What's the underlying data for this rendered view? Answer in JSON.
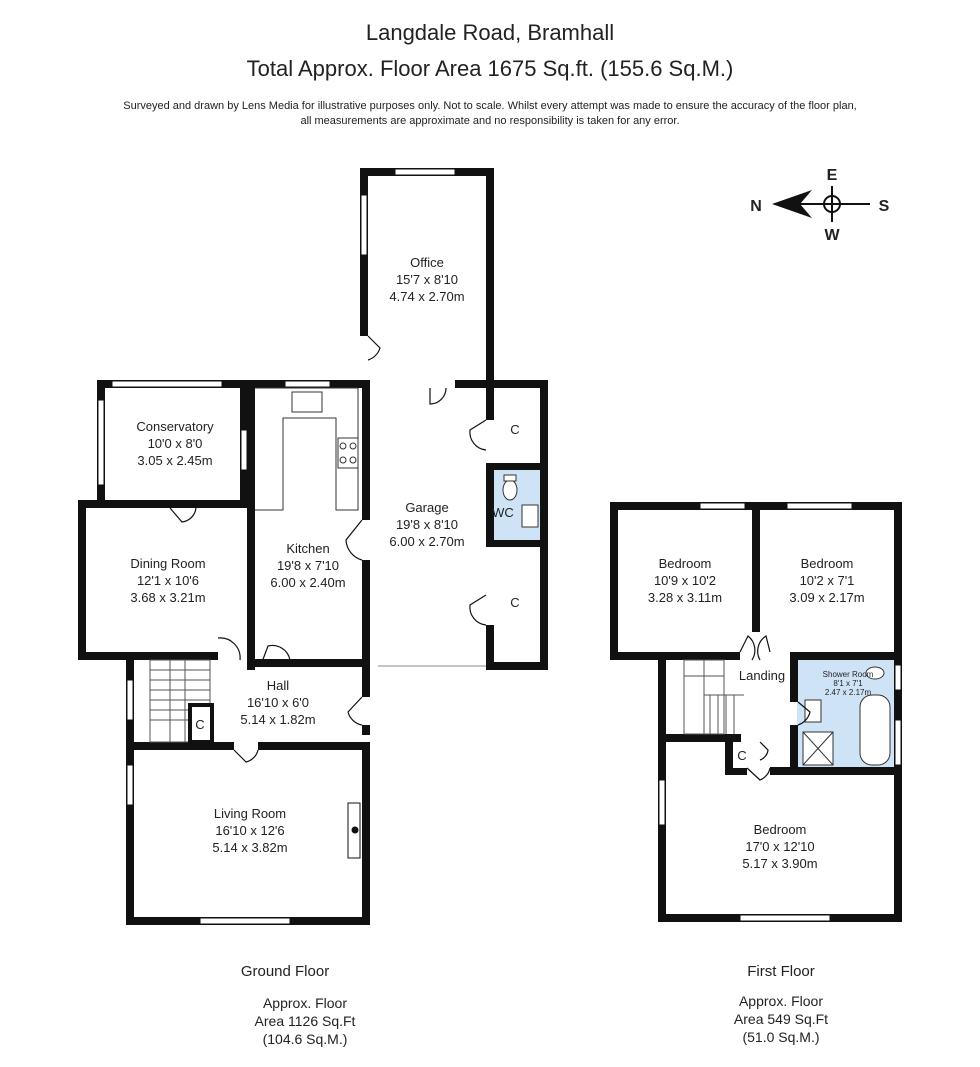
{
  "header": {
    "title_line1": "Langdale Road, Bramhall",
    "title_line2": "Total Approx. Floor Area 1675 Sq.ft. (155.6 Sq.M.)",
    "disclaimer_line1": "Surveyed and drawn by Lens Media for illustrative purposes only. Not to scale. Whilst every attempt was made to ensure the accuracy of the floor plan,",
    "disclaimer_line2": "all measurements are approximate and no responsibility is taken for any error."
  },
  "compass": {
    "n": "N",
    "e": "E",
    "s": "S",
    "w": "W"
  },
  "ground_floor": {
    "caption": "Ground Floor",
    "area_line1": "Approx. Floor",
    "area_line2": "Area 1126 Sq.Ft",
    "area_line3": "(104.6 Sq.M.)",
    "rooms": {
      "office": {
        "name": "Office",
        "imperial": "15'7 x 8'10",
        "metric": "4.74 x 2.70m"
      },
      "conservatory": {
        "name": "Conservatory",
        "imperial": "10'0 x 8'0",
        "metric": "3.05 x 2.45m"
      },
      "garage": {
        "name": "Garage",
        "imperial": "19'8 x 8'10",
        "metric": "6.00 x 2.70m"
      },
      "dining": {
        "name": "Dining Room",
        "imperial": "12'1 x 10'6",
        "metric": "3.68 x 3.21m"
      },
      "kitchen": {
        "name": "Kitchen",
        "imperial": "19'8 x 7'10",
        "metric": "6.00 x 2.40m"
      },
      "hall": {
        "name": "Hall",
        "imperial": "16'10 x 6'0",
        "metric": "5.14 x 1.82m"
      },
      "living": {
        "name": "Living Room",
        "imperial": "16'10 x 12'6",
        "metric": "5.14 x 3.82m"
      },
      "wc": {
        "name": "WC"
      },
      "cupboard": {
        "name": "C"
      }
    }
  },
  "first_floor": {
    "caption": "First Floor",
    "area_line1": "Approx. Floor",
    "area_line2": "Area 549 Sq.Ft",
    "area_line3": "(51.0 Sq.M.)",
    "rooms": {
      "bedroom1": {
        "name": "Bedroom",
        "imperial": "10'9 x 10'2",
        "metric": "3.28 x 3.11m"
      },
      "bedroom2": {
        "name": "Bedroom",
        "imperial": "10'2 x 7'1",
        "metric": "3.09 x 2.17m"
      },
      "landing": {
        "name": "Landing"
      },
      "shower": {
        "name": "Shower Room",
        "imperial": "8'1 x 7'1",
        "metric": "2.47 x 2.17m"
      },
      "bedroom3": {
        "name": "Bedroom",
        "imperial": "17'0 x 12'10",
        "metric": "5.17 x 3.90m"
      },
      "cupboard": {
        "name": "C"
      }
    }
  },
  "colors": {
    "wall": "#111111",
    "wet_room": "#cfe3f7",
    "window": "#ffffff"
  }
}
